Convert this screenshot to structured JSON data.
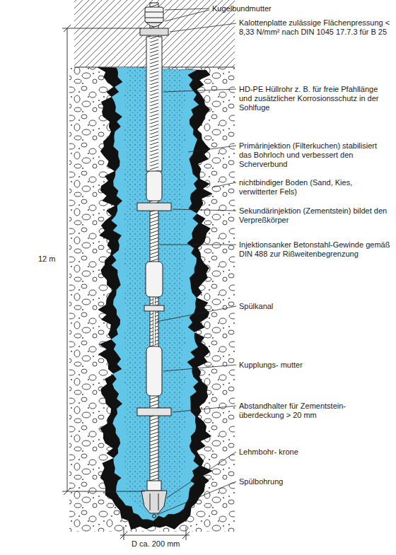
{
  "diagram": {
    "labels": [
      "Kugelbundmutter",
      "Kalottenplatte zulässige Flächenpressung < 8,33 N/mm² nach DIN 1045 17.7.3 für B 25",
      "HD-PE Hüllrohr z. B. für freie Pfahllänge und zusätzlicher Korrosionsschutz in der Sohlfuge",
      "Primärinjektion (Filterkuchen) stabilisiert das Bohrloch und verbessert den Scherverbund",
      "nichtbindiger Boden (Sand, Kies, verwitterter Fels)",
      "Sekundärinjektion (Zementstein) bildet den Verpreßkörper",
      "Injektionsanker Betonstahl-Gewinde gemäß DIN 488 zur Rißweitenbegrenzung",
      "Spülkanal",
      "Kupplungs- mutter",
      "Abstandhalter für Zementstein- überdeckung > 20 mm",
      "Lehmbohr- krone",
      "Spülbohrung",
      "12 m",
      "D ca. 200 mm"
    ]
  }
}
